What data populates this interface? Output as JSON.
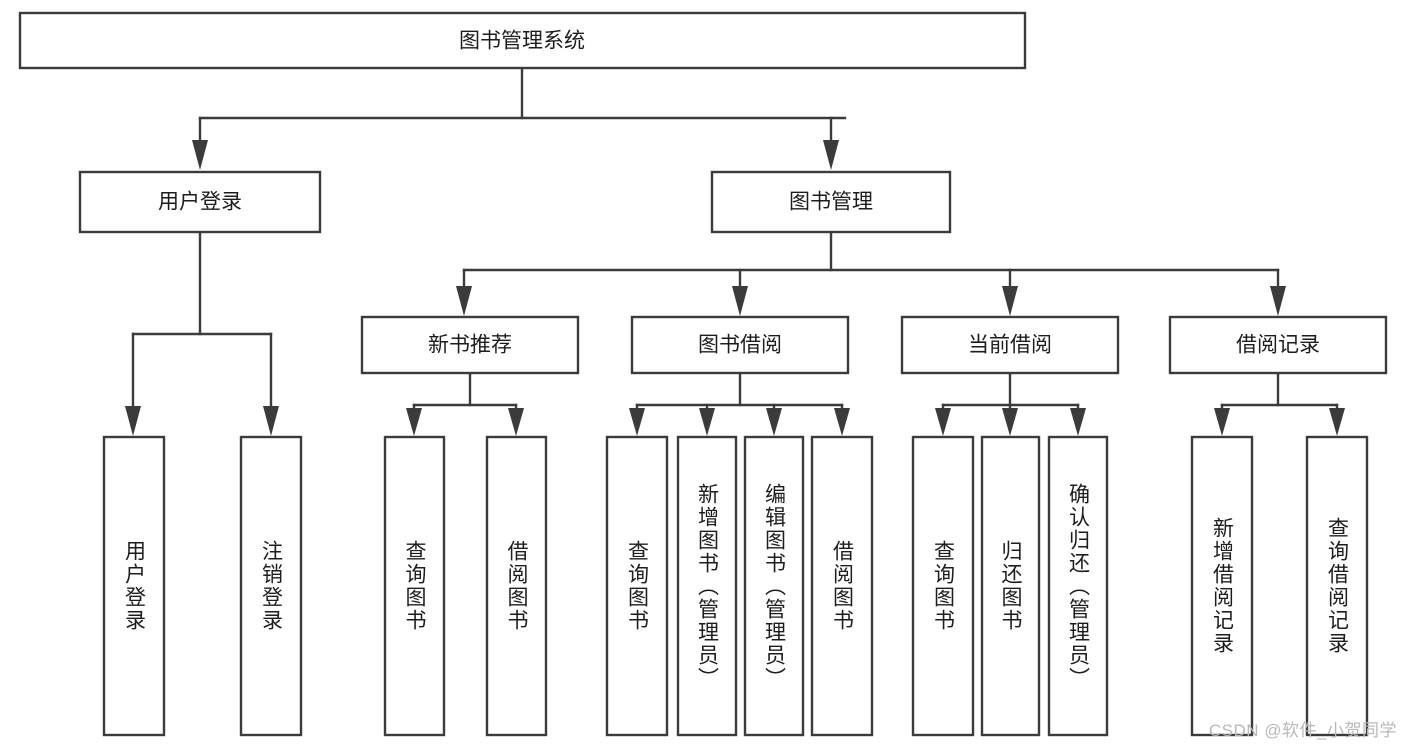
{
  "diagram": {
    "type": "tree-hierarchy",
    "title": "图书管理系统",
    "orientation": "top-down",
    "colors": {
      "stroke": "#3b3b3b",
      "fill": "#ffffff",
      "text": "#1d1d1d",
      "watermark": "#b9b9b9",
      "background": "#ffffff"
    },
    "levels": [
      {
        "level": 0,
        "nodes": [
          {
            "id": "root",
            "label": "图书管理系统",
            "text_orientation": "horizontal"
          }
        ]
      },
      {
        "level": 1,
        "nodes": [
          {
            "id": "login",
            "label": "用户登录",
            "text_orientation": "horizontal",
            "parent": "root"
          },
          {
            "id": "bookmgmt",
            "label": "图书管理",
            "text_orientation": "horizontal",
            "parent": "root"
          }
        ]
      },
      {
        "level": 2,
        "nodes": [
          {
            "id": "newbook",
            "label": "新书推荐",
            "text_orientation": "horizontal",
            "parent": "bookmgmt"
          },
          {
            "id": "borrow",
            "label": "图书借阅",
            "text_orientation": "horizontal",
            "parent": "bookmgmt"
          },
          {
            "id": "current",
            "label": "当前借阅",
            "text_orientation": "horizontal",
            "parent": "bookmgmt"
          },
          {
            "id": "record",
            "label": "借阅记录",
            "text_orientation": "horizontal",
            "parent": "bookmgmt"
          }
        ]
      },
      {
        "level": 3,
        "nodes": [
          {
            "id": "leaf-user-login",
            "label": "用户登录",
            "text_orientation": "vertical",
            "parent": "login"
          },
          {
            "id": "leaf-user-logout",
            "label": "注销登录",
            "text_orientation": "vertical",
            "parent": "login"
          },
          {
            "id": "leaf-nb-query",
            "label": "查询图书",
            "text_orientation": "vertical",
            "parent": "newbook"
          },
          {
            "id": "leaf-nb-borrow",
            "label": "借阅图书",
            "text_orientation": "vertical",
            "parent": "newbook"
          },
          {
            "id": "leaf-bw-query",
            "label": "查询图书",
            "text_orientation": "vertical",
            "parent": "borrow"
          },
          {
            "id": "leaf-bw-add",
            "label": "新增图书（管理员）",
            "text_orientation": "vertical",
            "parent": "borrow"
          },
          {
            "id": "leaf-bw-edit",
            "label": "编辑图书（管理员）",
            "text_orientation": "vertical",
            "parent": "borrow"
          },
          {
            "id": "leaf-bw-borrow",
            "label": "借阅图书",
            "text_orientation": "vertical",
            "parent": "borrow"
          },
          {
            "id": "leaf-cur-query",
            "label": "查询图书",
            "text_orientation": "vertical",
            "parent": "current"
          },
          {
            "id": "leaf-cur-return",
            "label": "归还图书",
            "text_orientation": "vertical",
            "parent": "current"
          },
          {
            "id": "leaf-cur-confirm",
            "label": "确认归还（管理员）",
            "text_orientation": "vertical",
            "parent": "current"
          },
          {
            "id": "leaf-rec-add",
            "label": "新增借阅记录",
            "text_orientation": "vertical",
            "parent": "record"
          },
          {
            "id": "leaf-rec-query",
            "label": "查询借阅记录",
            "text_orientation": "vertical",
            "parent": "record"
          }
        ]
      }
    ],
    "edges": [
      {
        "from": "root",
        "to": "login"
      },
      {
        "from": "root",
        "to": "bookmgmt"
      },
      {
        "from": "bookmgmt",
        "to": "newbook"
      },
      {
        "from": "bookmgmt",
        "to": "borrow"
      },
      {
        "from": "bookmgmt",
        "to": "current"
      },
      {
        "from": "bookmgmt",
        "to": "record"
      },
      {
        "from": "login",
        "to": "leaf-user-login"
      },
      {
        "from": "login",
        "to": "leaf-user-logout"
      },
      {
        "from": "newbook",
        "to": "leaf-nb-query"
      },
      {
        "from": "newbook",
        "to": "leaf-nb-borrow"
      },
      {
        "from": "borrow",
        "to": "leaf-bw-query"
      },
      {
        "from": "borrow",
        "to": "leaf-bw-add"
      },
      {
        "from": "borrow",
        "to": "leaf-bw-edit"
      },
      {
        "from": "borrow",
        "to": "leaf-bw-borrow"
      },
      {
        "from": "current",
        "to": "leaf-cur-query"
      },
      {
        "from": "current",
        "to": "leaf-cur-return"
      },
      {
        "from": "current",
        "to": "leaf-cur-confirm"
      },
      {
        "from": "record",
        "to": "leaf-rec-add"
      },
      {
        "from": "record",
        "to": "leaf-rec-query"
      }
    ]
  },
  "watermark": {
    "text": "CSDN @软件_小贺同学"
  }
}
